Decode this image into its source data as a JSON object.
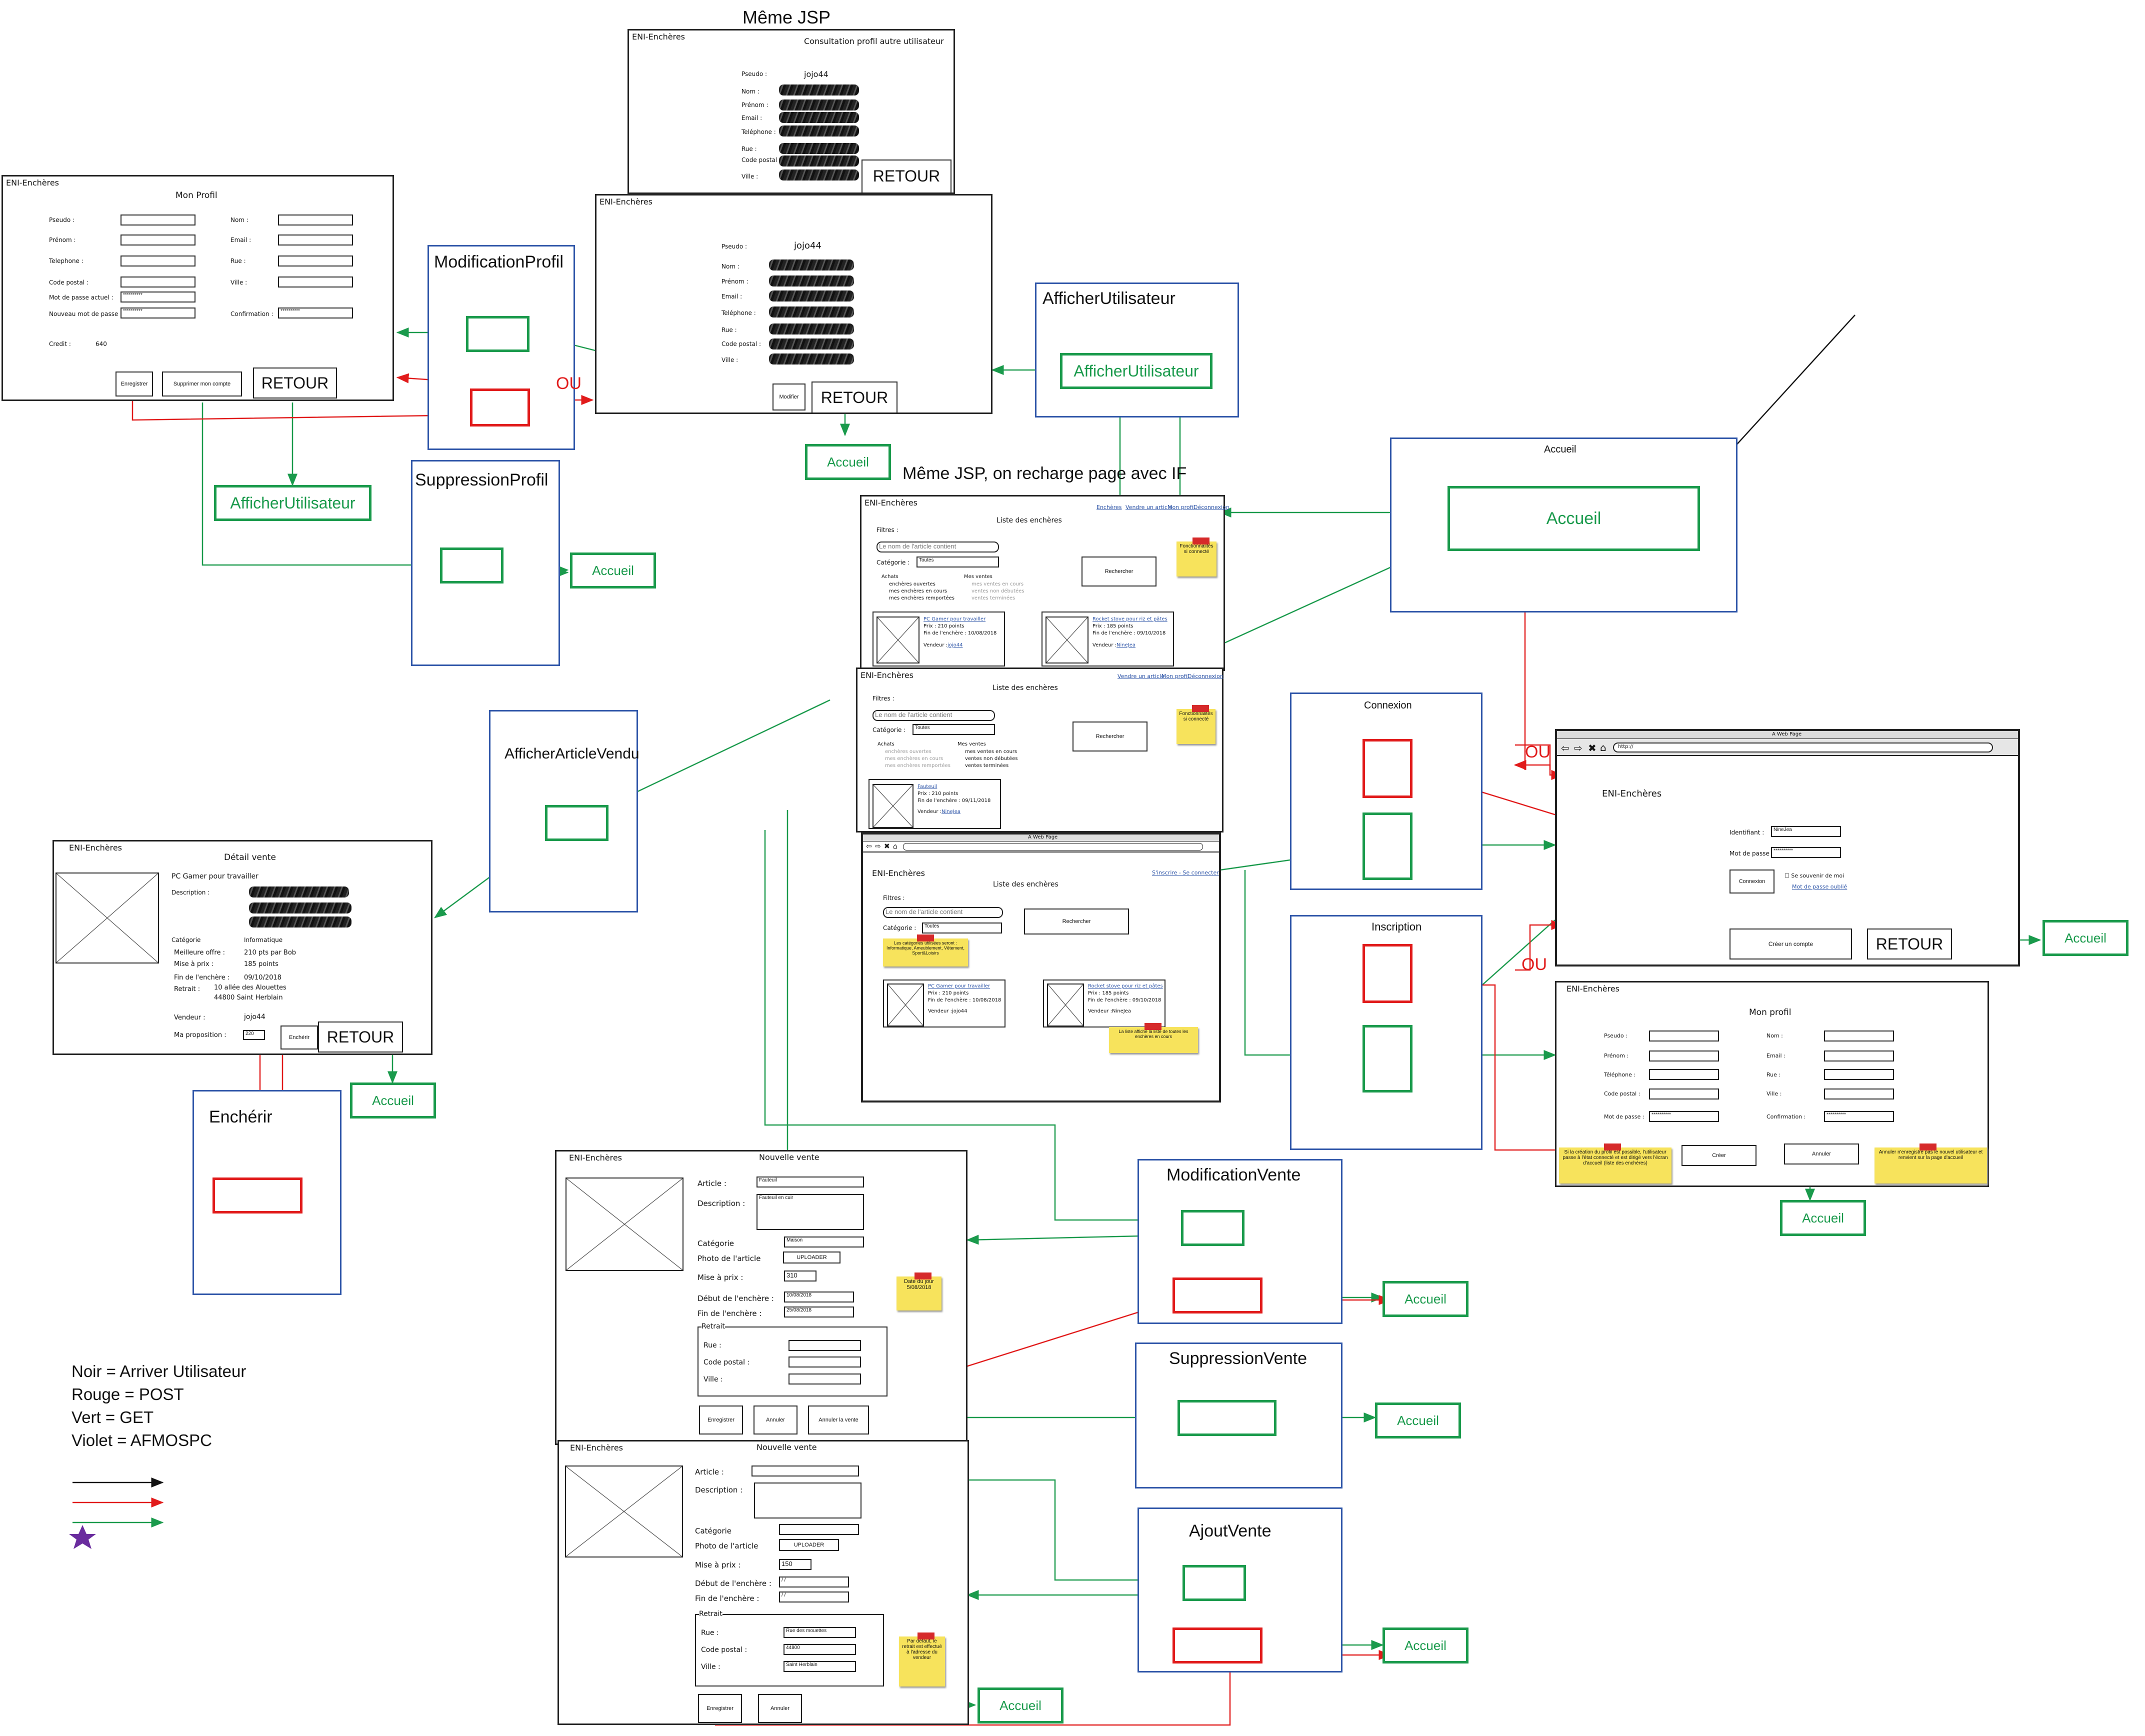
{
  "titles": {
    "meme_jsp": "Même JSP",
    "meme_jsp_if": "Même JSP, on recharge page avec IF"
  },
  "brand": "ENI-Enchères",
  "ou": "OU",
  "retour": "RETOUR",
  "panels": {
    "modification_profil": "ModificationProfil",
    "suppression_profil": "SuppressionProfil",
    "afficher_utilisateur": "AfficherUtilisateur",
    "afficher_article_vendu": "AfficherArticleVendu",
    "encherir": "Enchérir",
    "connexion": "Connexion",
    "inscription": "Inscription",
    "modification_vente": "ModificationVente",
    "suppression_vente": "SuppressionVente",
    "ajout_vente": "AjoutVente",
    "accueil": "Accueil"
  },
  "green_labels": {
    "afficher_utilisateur": "AfficherUtilisateur",
    "accueil": "Accueil"
  },
  "profil_other": {
    "title": "Consultation profil autre utilisateur",
    "pseudo_label": "Pseudo :",
    "pseudo": "jojo44",
    "fields": [
      "Nom :",
      "Prénom :",
      "Email :",
      "Teléphone :",
      "Rue :",
      "Code postal :",
      "Ville :"
    ]
  },
  "profil_view": {
    "pseudo_label": "Pseudo :",
    "pseudo": "jojo44",
    "fields": [
      "Nom :",
      "Prénom :",
      "Email :",
      "Teléphone :",
      "Rue :",
      "Code postal :",
      "Ville :"
    ],
    "modifier": "Modifier"
  },
  "mon_profil": {
    "title": "Mon Profil",
    "left_fields": [
      "Pseudo :",
      "Prénom :",
      "Telephone :",
      "Code postal :",
      "Mot de passe actuel :",
      "Nouveau mot de passe :"
    ],
    "right_fields": [
      "Nom :",
      "Email :",
      "Rue :",
      "Ville :",
      "Confirmation :"
    ],
    "password_mask": "**********",
    "credit_label": "Credit :",
    "credit": "640",
    "save": "Enregistrer",
    "delete": "Supprimer mon compte"
  },
  "liste": {
    "title": "Liste des enchères",
    "filters": "Filtres :",
    "search_placeholder": "Le nom de l'article contient",
    "category_label": "Catégorie :",
    "category_value": "Toutes",
    "search_button": "Rechercher",
    "nav_connected": [
      "Enchères",
      "Vendre un article",
      "Mon profil",
      "Déconnexion"
    ],
    "nav_disconnected": "S'inscrire - Se connecter",
    "achats": "Achats",
    "ventes": "Mes ventes",
    "achats_options": [
      "enchères ouvertes",
      "mes enchères en cours",
      "mes enchères remportées"
    ],
    "ventes_options": [
      "mes ventes en cours",
      "ventes non débutées",
      "ventes terminées"
    ],
    "sticky_connected": "Fonctionnalités si connecté",
    "sticky_categories": "Les catégories utilisées seront : Informatique, Ameublement, Vêtement, Sport&Loisirs",
    "sticky_list": "La liste affiche la liste de toutes les enchères en cours",
    "item1": {
      "name": "PC Gamer pour travailler",
      "price": "Prix : 210 points",
      "end": "Fin de l'enchère : 10/08/2018",
      "seller_label": "Vendeur :",
      "seller": "jojo44"
    },
    "item2": {
      "name": "Rocket stove pour riz et pâtes",
      "price": "Prix : 185 points",
      "end": "Fin de l'enchère : 09/10/2018",
      "seller_label": "Vendeur :",
      "seller": "NineJea"
    },
    "item3": {
      "name": "Fauteuil",
      "price": "Prix : 210 points",
      "end": "Fin de l'enchère : 09/11/2018",
      "seller_label": "Vendeur :",
      "seller": "NineJea"
    },
    "browser_title": "A Web Page"
  },
  "detail": {
    "title": "Détail vente",
    "item": "PC Gamer pour travailler",
    "description_label": "Description :",
    "category_label": "Catégorie",
    "category": "Informatique",
    "best_offer_label": "Meilleure offre :",
    "best_offer": "210 pts par Bob",
    "start_price_label": "Mise à prix :",
    "start_price": "185 points",
    "end_label": "Fin de l'enchère :",
    "end": "09/10/2018",
    "pickup_label": "Retrait :",
    "pickup": "10 allée des Alouettes",
    "pickup_city": "44800 Saint Herblain",
    "seller_label": "Vendeur :",
    "seller": "jojo44",
    "proposal_label": "Ma proposition :",
    "proposal": "220",
    "bid": "Enchérir"
  },
  "connexion_page": {
    "browser_title": "A Web Page",
    "url": "http://",
    "id_label": "Identifiant :",
    "id_value": "NineJea",
    "pwd_label": "Mot de passe :",
    "pwd_value": "**********",
    "login": "Connexion",
    "remember": "Se souvenir de moi",
    "forgot": "Mot de passe oublié",
    "create": "Créer un compte"
  },
  "inscription_page": {
    "title": "Mon profil",
    "left_fields": [
      "Pseudo :",
      "Prénom :",
      "Téléphone :",
      "Code postal :",
      "Mot de passe :"
    ],
    "right_fields": [
      "Nom :",
      "Email :",
      "Rue :",
      "Ville :",
      "Confirmation :"
    ],
    "create": "Créer",
    "cancel": "Annuler",
    "sticky_left": "Si la création du profil est possible, l'utilisateur passe à l'état connecté et est dirigé vers l'écran d'accueil (liste des enchères)",
    "sticky_right": "Annuler n'enregistre pas le nouvel utilisateur et renvient sur la page d'accueil"
  },
  "vente1": {
    "title": "Nouvelle vente",
    "article_label": "Article :",
    "article": "Fauteuil",
    "description_label": "Description :",
    "description": "Fauteuil en cuir",
    "category_label": "Catégorie",
    "category": "Maison",
    "photo_label": "Photo de l'article",
    "upload": "UPLOADER",
    "price_label": "Mise à prix :",
    "price": "310",
    "start_label": "Début de l'enchère :",
    "start": "10/08/2018",
    "end_label": "Fin de l'enchère :",
    "end": "25/08/2018",
    "retrait": "Retrait",
    "rue": "Rue :",
    "cp": "Code postal :",
    "ville": "Ville :",
    "save": "Enregistrer",
    "cancel": "Annuler",
    "cancel_sale": "Annuler la vente",
    "sticky": "Date du jour 5/08/2018"
  },
  "vente2": {
    "title": "Nouvelle vente",
    "article_label": "Article :",
    "description_label": "Description :",
    "category_label": "Catégorie",
    "photo_label": "Photo de l'article",
    "upload": "UPLOADER",
    "price_label": "Mise à prix :",
    "price": "150",
    "start_label": "Début de l'enchère :",
    "start": "/ /",
    "end_label": "Fin de l'enchère :",
    "end": "/ /",
    "retrait": "Retrait",
    "rue": "Rue :",
    "rue_value": "Rue des mouettes",
    "cp": "Code postal :",
    "cp_value": "44800",
    "ville": "Ville :",
    "ville_value": "Saint Herblain",
    "save": "Enregistrer",
    "cancel": "Annuler",
    "sticky": "Par défaut, le retrait est effectué à l'adresse du vendeur"
  },
  "legend": {
    "black": "Noir = Arriver Utilisateur",
    "red": "Rouge = POST",
    "green": "Vert = GET",
    "violet": "Violet = AFMOSPC"
  },
  "colors": {
    "green": "#1a9a4c",
    "red": "#e11b1b",
    "blue_panel": "#2f56a8",
    "violet": "#6a2c9e",
    "sticky": "#f7e35c"
  }
}
